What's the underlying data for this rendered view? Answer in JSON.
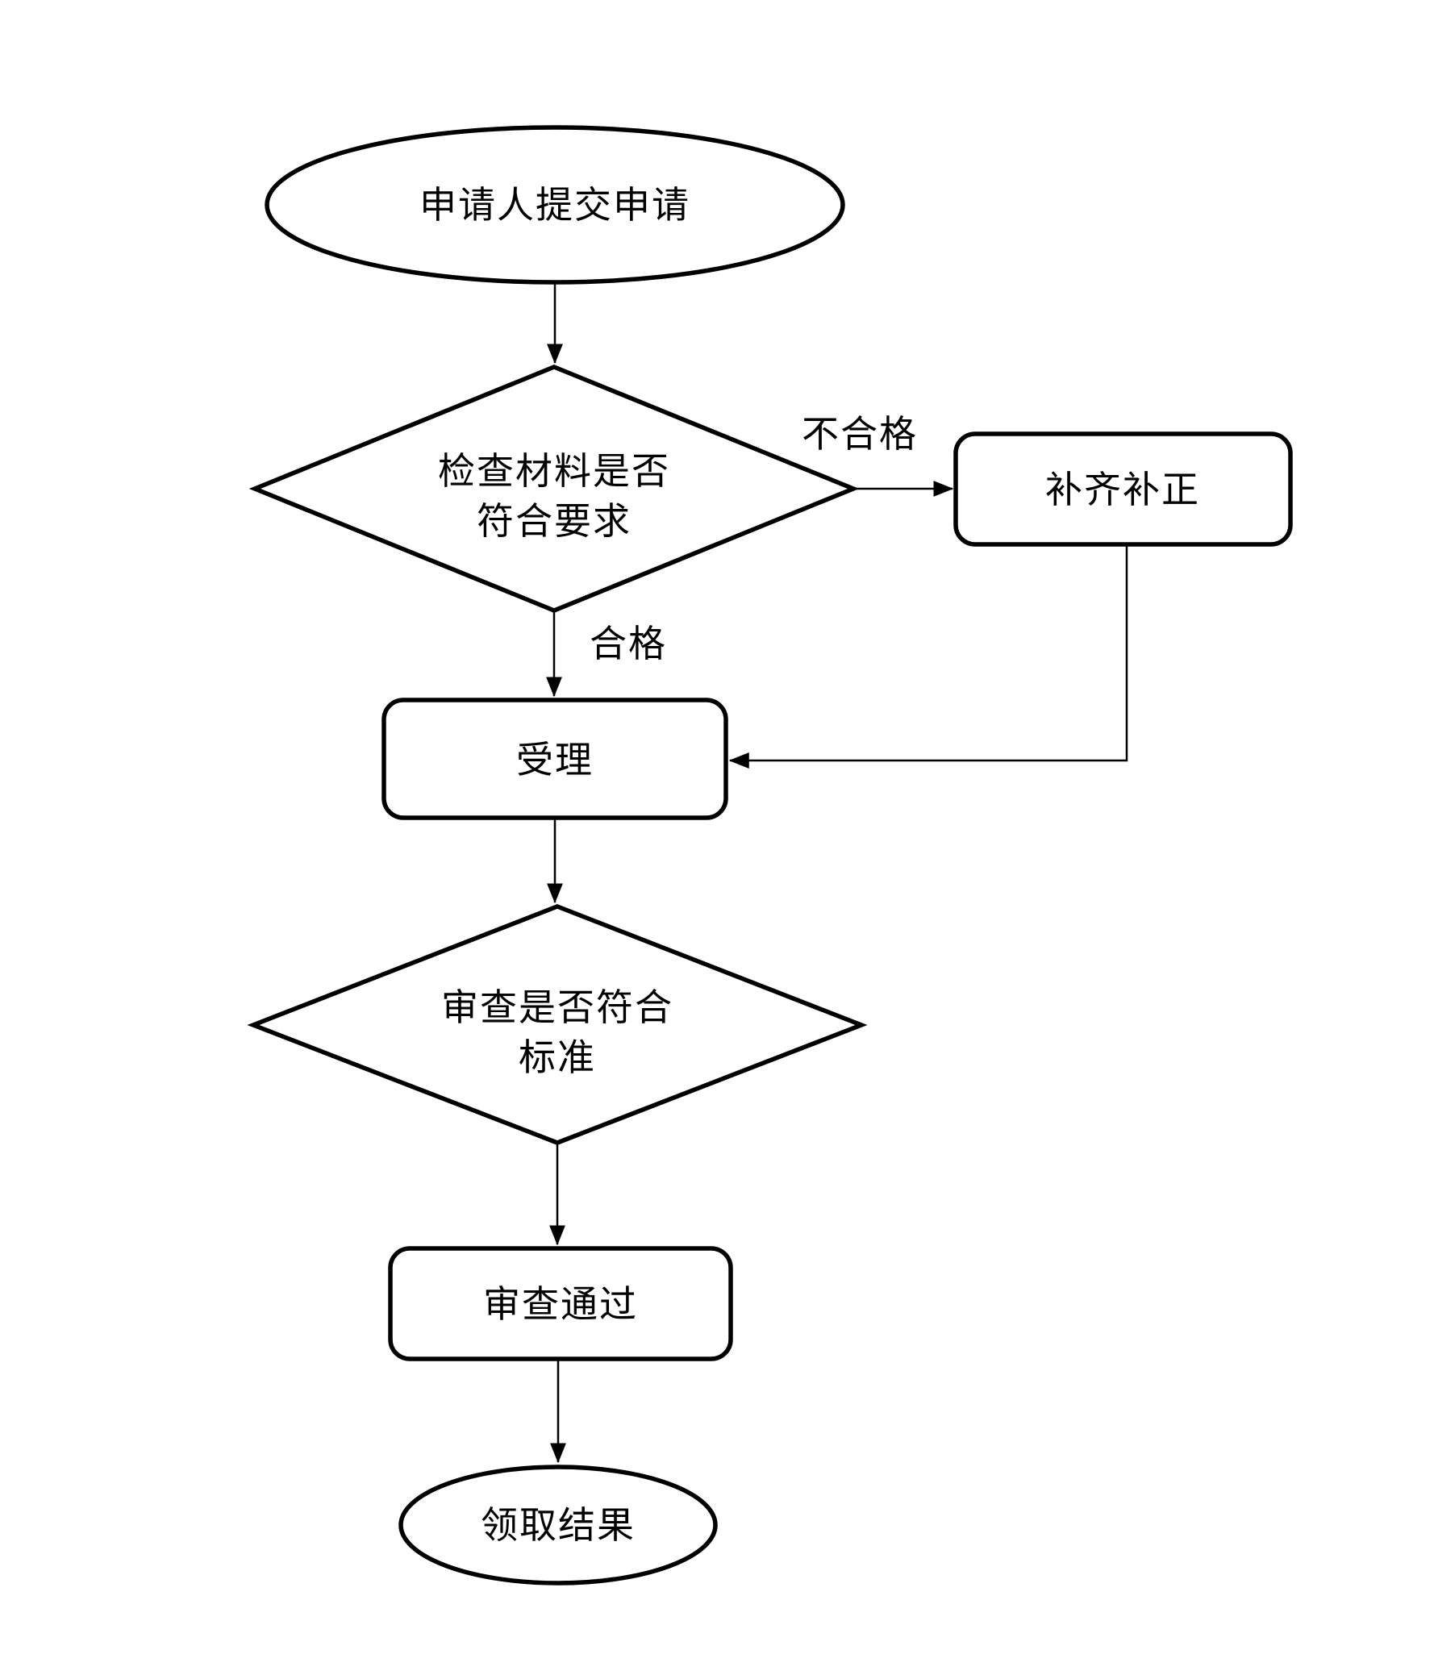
{
  "flowchart": {
    "background_color": "#ffffff",
    "line_color": "#000000",
    "text_color": "#000000",
    "nodes": {
      "start": {
        "label": "申请人提交申请"
      },
      "check_materials": {
        "line1": "检查材料是否",
        "line2": "符合要求"
      },
      "supplement_correct": {
        "label": "补齐补正"
      },
      "accept": {
        "label": "受理"
      },
      "review_standard": {
        "line1": "审查是否符合",
        "line2": "标准"
      },
      "review_passed": {
        "label": "审查通过"
      },
      "end": {
        "label": "领取结果"
      }
    },
    "edge_labels": {
      "unqualified": "不合格",
      "qualified": "合格"
    }
  }
}
